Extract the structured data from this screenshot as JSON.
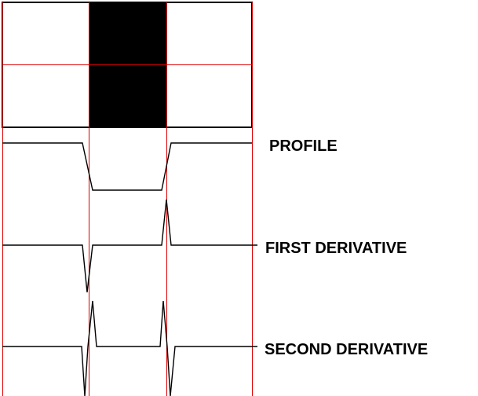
{
  "labels": {
    "profile": "PROFILE",
    "first_derivative": "FIRST DERIVATIVE",
    "second_derivative": "SECOND DERIVATIVE"
  },
  "colors": {
    "background": "#ffffff",
    "ink": "#000000",
    "guide": "#dd0000"
  }
}
